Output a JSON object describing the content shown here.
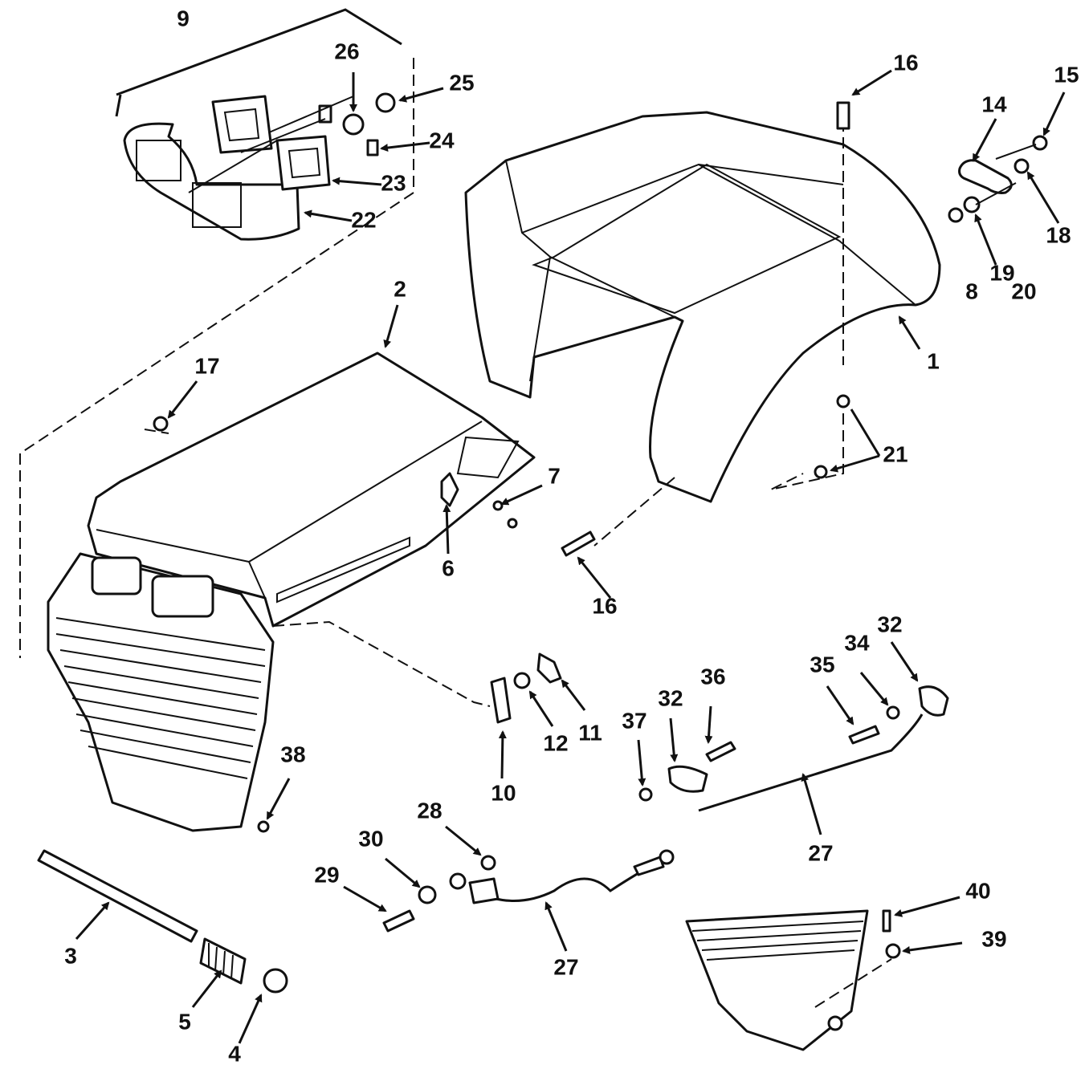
{
  "callouts": {
    "c1": "1",
    "c2": "2",
    "c3": "3",
    "c4": "4",
    "c5": "5",
    "c6": "6",
    "c7": "7",
    "c8": "8",
    "c9": "9",
    "c10": "10",
    "c11": "11",
    "c12": "12",
    "c14": "14",
    "c15": "15",
    "c16a": "16",
    "c16b": "16",
    "c17": "17",
    "c18": "18",
    "c19": "19",
    "c20": "20",
    "c21": "21",
    "c22": "22",
    "c23": "23",
    "c24": "24",
    "c25": "25",
    "c26": "26",
    "c27a": "27",
    "c27b": "27",
    "c28": "28",
    "c29": "29",
    "c30": "30",
    "c32a": "32",
    "c32b": "32",
    "c34": "34",
    "c35": "35",
    "c36": "36",
    "c37": "37",
    "c38": "38",
    "c39": "39",
    "c40": "40"
  },
  "colors": {
    "ink": "#111111",
    "paper": "#ffffff"
  }
}
